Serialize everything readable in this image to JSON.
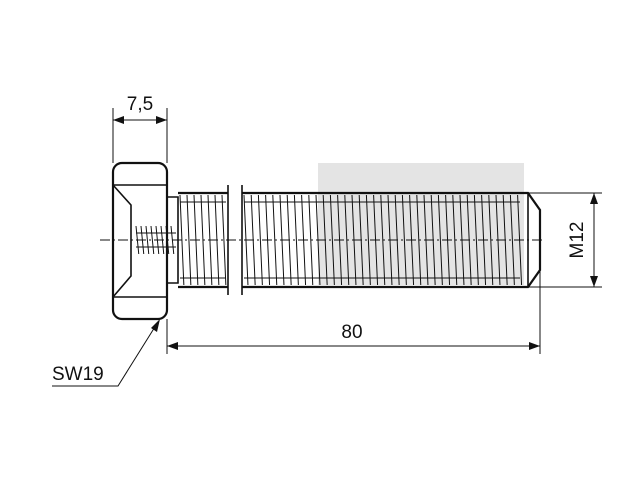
{
  "drawing": {
    "head_width_label": "7,5",
    "length_label": "80",
    "thread_label": "M12",
    "wrench_size_label": "SW19"
  },
  "colors": {
    "line": "#111111",
    "watermark": "#e4e4e4",
    "background": "#ffffff"
  }
}
